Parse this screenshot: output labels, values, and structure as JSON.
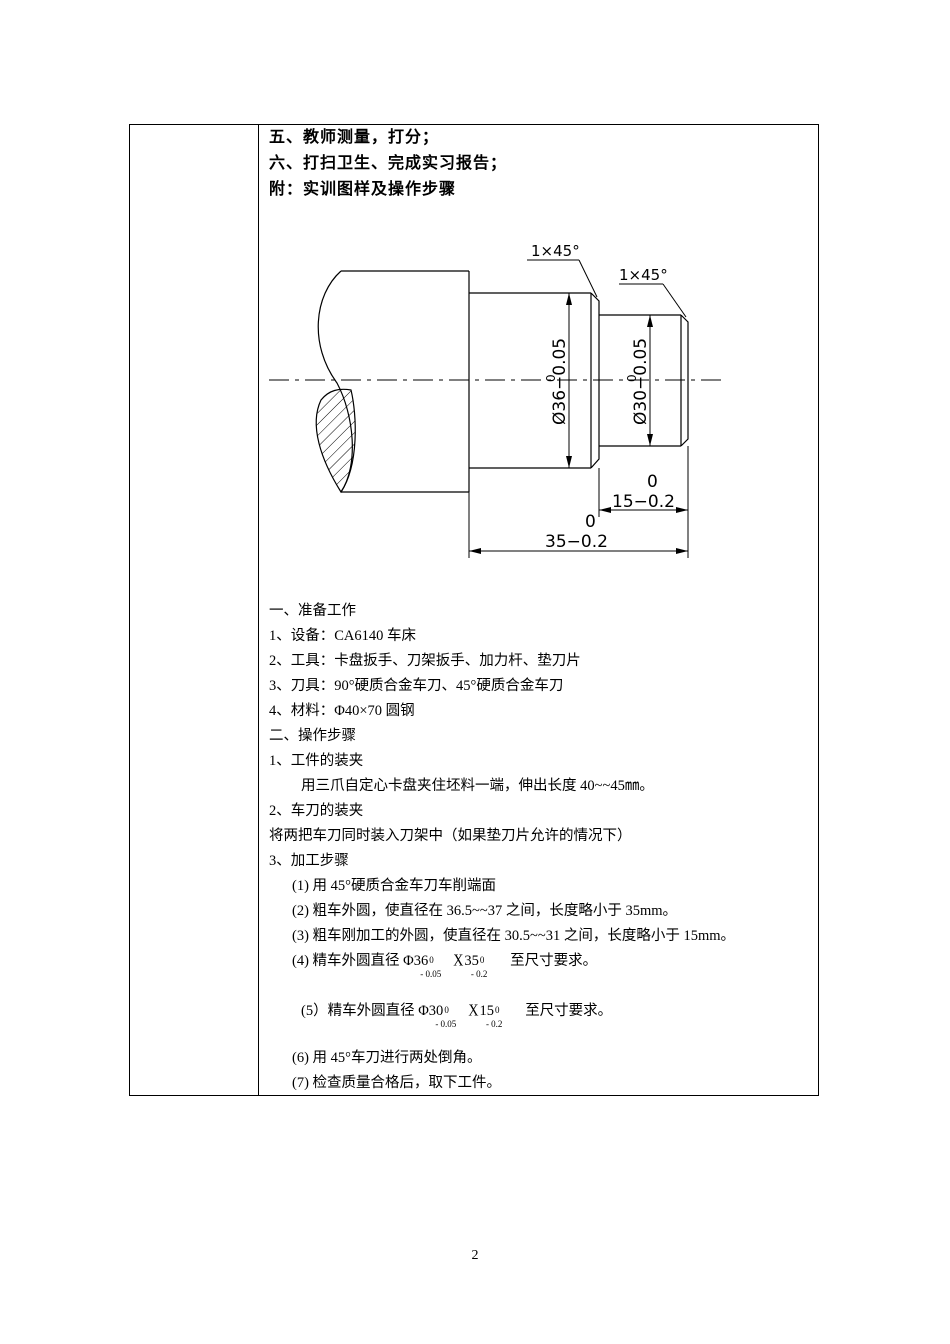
{
  "header": {
    "step5": "五、教师测量，打分；",
    "step6": "六、打扫卫生、完成实习报告；",
    "appendix": "附：实训图样及操作步骤"
  },
  "drawing": {
    "chamfer1": "1×45°",
    "chamfer2": "1×45°",
    "dia36": "Ø36−0.05",
    "dia36_upper": "0",
    "dia30": "Ø30−0.05",
    "dia30_upper": "0",
    "len15_upper": "0",
    "len15": "15−0.2",
    "len35_upper": "0",
    "len35": "35−0.2"
  },
  "body": {
    "sec1": "一、准备工作",
    "item1": "1、设备：CA6140 车床",
    "item2": "2、工具：卡盘扳手、刀架扳手、加力杆、垫刀片",
    "item3": "3、刀具：90°硬质合金车刀、45°硬质合金车刀",
    "item4": "4、材料：Φ40×70 圆钢",
    "sec2": "二、操作步骤",
    "step1": "1、工件的装夹",
    "step1_desc": "用三爪自定心卡盘夹住坯料一端，伸出长度 40~~45㎜。",
    "step2": "2、车刀的装夹",
    "step2_desc": "将两把车刀同时装入刀架中（如果垫刀片允许的情况下）",
    "step3": "3、加工步骤",
    "p1": "(1) 用 45°硬质合金车刀车削端面",
    "p2": "(2) 粗车外圆，使直径在 36.5~~37 之间，长度略小于 35mm。",
    "p3": "(3) 粗车刚加工的外圆，使直径在 30.5~~31 之间，长度略小于 15mm。",
    "p4_prefix": "(4) 精车外圆直径 Φ36",
    "p4_tol1_up": "0",
    "p4_tol1_dn": "- 0.05",
    "p4_times": "X",
    "p4_len": "35",
    "p4_tol2_up": "0",
    "p4_tol2_dn": "- 0.2",
    "p4_suffix": "至尺寸要求。",
    "p5_prefix": "(5）精车外圆直径 Φ30",
    "p5_tol1_up": "0",
    "p5_tol1_dn": "- 0.05",
    "p5_times": "X",
    "p5_len": "15",
    "p5_tol2_up": "0",
    "p5_tol2_dn": "- 0.2",
    "p5_suffix": "至尺寸要求。",
    "p6": "(6) 用 45°车刀进行两处倒角。",
    "p7": "(7) 检查质量合格后，取下工件。"
  },
  "footer": {
    "page_number": "2"
  }
}
